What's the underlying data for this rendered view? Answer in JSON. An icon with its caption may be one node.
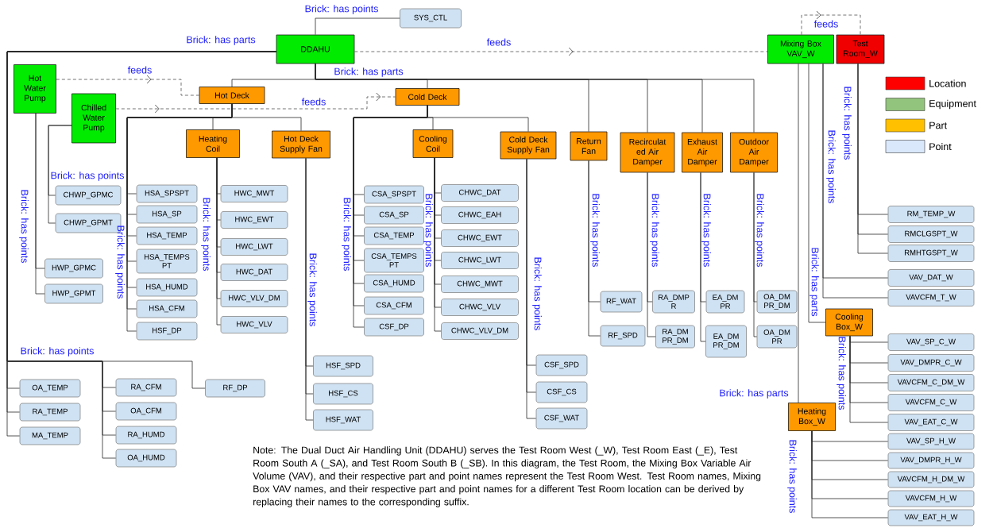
{
  "diagram": {
    "nodes": [
      {
        "text": [
          "DDAHU"
        ]
      },
      {
        "text": [
          "SYS_CTL"
        ]
      },
      {
        "text": [
          "Hot Water Pump"
        ]
      },
      {
        "text": [
          "Chilled Water Pump"
        ]
      },
      {
        "text": [
          "Hot Deck"
        ]
      },
      {
        "text": [
          "Cold Deck"
        ]
      },
      {
        "text": [
          "Heating Coil"
        ]
      },
      {
        "text": [
          "Hot Deck Supply Fan"
        ]
      },
      {
        "text": [
          "Cooling Coil"
        ]
      },
      {
        "text": [
          "Cold Deck Supply Fan"
        ]
      },
      {
        "text": [
          "Return Fan"
        ]
      },
      {
        "text": [
          "Recirculat ed Air Damper"
        ]
      },
      {
        "text": [
          "Exhaust Air Damper"
        ]
      },
      {
        "text": [
          "Outdoor Air Damper"
        ]
      },
      {
        "text": [
          "Mixing Box VAV_W"
        ]
      },
      {
        "text": [
          "Test Room_W"
        ]
      },
      {
        "text": [
          "CHWP_GPMC"
        ]
      },
      {
        "text": [
          "CHWP_GPMT"
        ]
      },
      {
        "text": [
          "HWP_GPMC"
        ]
      },
      {
        "text": [
          "HWP_GPMT"
        ]
      },
      {
        "text": [
          "HSA_SPSPT"
        ]
      },
      {
        "text": [
          "HSA_SP"
        ]
      },
      {
        "text": [
          "HSA_TEMP"
        ]
      },
      {
        "text": [
          "HSA_TEMPS PT"
        ]
      },
      {
        "text": [
          "HSA_HUMD"
        ]
      },
      {
        "text": [
          "HSA_CFM"
        ]
      },
      {
        "text": [
          "HSF_DP"
        ]
      },
      {
        "text": [
          "HWC_MWT"
        ]
      },
      {
        "text": [
          "HWC_EWT"
        ]
      },
      {
        "text": [
          "HWC_LWT"
        ]
      },
      {
        "text": [
          "HWC_DAT"
        ]
      },
      {
        "text": [
          "HWC_VLV_DM"
        ]
      },
      {
        "text": [
          "HWC_VLV"
        ]
      },
      {
        "text": [
          "CSA_SPSPT"
        ]
      },
      {
        "text": [
          "CSA_SP"
        ]
      },
      {
        "text": [
          "CSA_TEMP"
        ]
      },
      {
        "text": [
          "CSA_TEMPS PT"
        ]
      },
      {
        "text": [
          "CSA_HUMD"
        ]
      },
      {
        "text": [
          "CSA_CFM"
        ]
      },
      {
        "text": [
          "CSF_DP"
        ]
      },
      {
        "text": [
          "CHWC_DAT"
        ]
      },
      {
        "text": [
          "CHWC_EAH"
        ]
      },
      {
        "text": [
          "CHWC_EWT"
        ]
      },
      {
        "text": [
          "CHWC_LWT"
        ]
      },
      {
        "text": [
          "CHWC_MWT"
        ]
      },
      {
        "text": [
          "CHWC_VLV"
        ]
      },
      {
        "text": [
          "CHWC_VLV_DM"
        ]
      },
      {
        "text": [
          "RF_WAT"
        ]
      },
      {
        "text": [
          "RF_SPD"
        ]
      },
      {
        "text": [
          "RA_DMP R"
        ]
      },
      {
        "text": [
          "RA_DM PR_DM"
        ]
      },
      {
        "text": [
          "EA_DM PR"
        ]
      },
      {
        "text": [
          "EA_DM PR_DM"
        ]
      },
      {
        "text": [
          "OA_DM PR_DM"
        ]
      },
      {
        "text": [
          "OA_DM PR"
        ]
      },
      {
        "text": [
          "RM_TEMP_W"
        ]
      },
      {
        "text": [
          "RMCLGSPT_W"
        ]
      },
      {
        "text": [
          "RMHTGSPT_W"
        ]
      },
      {
        "text": [
          "VAV_DAT_W"
        ]
      },
      {
        "text": [
          "VAVCFM_T_W"
        ]
      },
      {
        "text": [
          "Cooling Box_W"
        ]
      },
      {
        "text": [
          "VAV_SP_C_W"
        ]
      },
      {
        "text": [
          "VAV_DMPR_C_W"
        ]
      },
      {
        "text": [
          "VAVCFM_C_DM_W"
        ]
      },
      {
        "text": [
          "VAVCFM_C_W"
        ]
      },
      {
        "text": [
          "VAV_EAT_C_W"
        ]
      },
      {
        "text": [
          "Heating Box_W"
        ]
      },
      {
        "text": [
          "VAV_SP_H_W"
        ]
      },
      {
        "text": [
          "VAV_DMPR_H_W"
        ]
      },
      {
        "text": [
          "VAVCFM_H_DM_W"
        ]
      },
      {
        "text": [
          "VAVCFM_H_W"
        ]
      },
      {
        "text": [
          "VAV_EAT_H_W"
        ]
      },
      {
        "text": [
          "HSF_SPD"
        ]
      },
      {
        "text": [
          "HSF_CS"
        ]
      },
      {
        "text": [
          "HSF_WAT"
        ]
      },
      {
        "text": [
          "CSF_SPD"
        ]
      },
      {
        "text": [
          "CSF_CS"
        ]
      },
      {
        "text": [
          "CSF_WAT"
        ]
      },
      {
        "text": [
          "OA_TEMP"
        ]
      },
      {
        "text": [
          "RA_TEMP"
        ]
      },
      {
        "text": [
          "MA_TEMP"
        ]
      },
      {
        "text": [
          "RA_CFM"
        ]
      },
      {
        "text": [
          "OA_CFM"
        ]
      },
      {
        "text": [
          "RA_HUMD"
        ]
      },
      {
        "text": [
          "OA_HUMD"
        ]
      },
      {
        "text": [
          "RF_DP"
        ]
      }
    ],
    "edges": [
      {
        "from": 0,
        "to": 1,
        "arrow": "none"
      },
      {
        "from": 0,
        "to": 4,
        "arrow": "none"
      },
      {
        "from": 0,
        "to": 5,
        "arrow": "none"
      },
      {
        "from": 0,
        "to": 10,
        "arrow": "none"
      },
      {
        "from": 0,
        "to": 11,
        "arrow": "none"
      },
      {
        "from": 0,
        "to": 12,
        "arrow": "none"
      },
      {
        "from": 0,
        "to": 13,
        "arrow": "none"
      },
      {
        "from": 4,
        "to": 6,
        "arrow": "none"
      },
      {
        "from": 4,
        "to": 7,
        "arrow": "none"
      },
      {
        "from": 4,
        "to": 20,
        "arrow": "none"
      },
      {
        "from": 4,
        "to": 21,
        "arrow": "none"
      },
      {
        "from": 4,
        "to": 22,
        "arrow": "none"
      },
      {
        "from": 4,
        "to": 23,
        "arrow": "none"
      },
      {
        "from": 4,
        "to": 24,
        "arrow": "none"
      },
      {
        "from": 4,
        "to": 25,
        "arrow": "none"
      },
      {
        "from": 4,
        "to": 26,
        "arrow": "none"
      },
      {
        "from": 6,
        "to": 27,
        "arrow": "none"
      },
      {
        "from": 6,
        "to": 28,
        "arrow": "none"
      },
      {
        "from": 6,
        "to": 29,
        "arrow": "none"
      },
      {
        "from": 6,
        "to": 30,
        "arrow": "none"
      },
      {
        "from": 6,
        "to": 31,
        "arrow": "none"
      },
      {
        "from": 6,
        "to": 32,
        "arrow": "none"
      },
      {
        "from": 7,
        "to": 72,
        "arrow": "none"
      },
      {
        "from": 7,
        "to": 73,
        "arrow": "none"
      },
      {
        "from": 7,
        "to": 74,
        "arrow": "none"
      },
      {
        "from": 5,
        "to": 8,
        "arrow": "none"
      },
      {
        "from": 5,
        "to": 9,
        "arrow": "none"
      },
      {
        "from": 5,
        "to": 33,
        "arrow": "none"
      },
      {
        "from": 5,
        "to": 34,
        "arrow": "none"
      },
      {
        "from": 5,
        "to": 35,
        "arrow": "none"
      },
      {
        "from": 5,
        "to": 36,
        "arrow": "none"
      },
      {
        "from": 5,
        "to": 37,
        "arrow": "none"
      },
      {
        "from": 5,
        "to": 38,
        "arrow": "none"
      },
      {
        "from": 5,
        "to": 39,
        "arrow": "none"
      },
      {
        "from": 8,
        "to": 40,
        "arrow": "none"
      },
      {
        "from": 8,
        "to": 41,
        "arrow": "none"
      },
      {
        "from": 8,
        "to": 42,
        "arrow": "none"
      },
      {
        "from": 8,
        "to": 43,
        "arrow": "none"
      },
      {
        "from": 8,
        "to": 44,
        "arrow": "none"
      },
      {
        "from": 8,
        "to": 45,
        "arrow": "none"
      },
      {
        "from": 8,
        "to": 46,
        "arrow": "none"
      },
      {
        "from": 9,
        "to": 75,
        "arrow": "none"
      },
      {
        "from": 9,
        "to": 76,
        "arrow": "none"
      },
      {
        "from": 9,
        "to": 77,
        "arrow": "none"
      },
      {
        "from": 10,
        "to": 47,
        "arrow": "none"
      },
      {
        "from": 10,
        "to": 48,
        "arrow": "none"
      },
      {
        "from": 11,
        "to": 49,
        "arrow": "none"
      },
      {
        "from": 11,
        "to": 50,
        "arrow": "none"
      },
      {
        "from": 12,
        "to": 51,
        "arrow": "none"
      },
      {
        "from": 12,
        "to": 52,
        "arrow": "none"
      },
      {
        "from": 13,
        "to": 53,
        "arrow": "none"
      },
      {
        "from": 13,
        "to": 54,
        "arrow": "none"
      },
      {
        "from": 3,
        "to": 16,
        "arrow": "none"
      },
      {
        "from": 3,
        "to": 17,
        "arrow": "none"
      },
      {
        "from": 2,
        "to": 18,
        "arrow": "none"
      },
      {
        "from": 2,
        "to": 19,
        "arrow": "none"
      },
      {
        "from": 0,
        "to": 78,
        "arrow": "none"
      },
      {
        "from": 0,
        "to": 79,
        "arrow": "none"
      },
      {
        "from": 0,
        "to": 80,
        "arrow": "none"
      },
      {
        "from": 0,
        "to": 81,
        "arrow": "none"
      },
      {
        "from": 0,
        "to": 82,
        "arrow": "none"
      },
      {
        "from": 0,
        "to": 83,
        "arrow": "none"
      },
      {
        "from": 0,
        "to": 84,
        "arrow": "none"
      },
      {
        "from": 0,
        "to": 85,
        "arrow": "none"
      },
      {
        "from": 14,
        "to": 58,
        "arrow": "none"
      },
      {
        "from": 14,
        "to": 59,
        "arrow": "none"
      },
      {
        "from": 14,
        "to": 60,
        "arrow": "none"
      },
      {
        "from": 14,
        "to": 66,
        "arrow": "none"
      },
      {
        "from": 15,
        "to": 55,
        "arrow": "none"
      },
      {
        "from": 15,
        "to": 56,
        "arrow": "none"
      },
      {
        "from": 15,
        "to": 57,
        "arrow": "none"
      },
      {
        "from": 60,
        "to": 61,
        "arrow": "none"
      },
      {
        "from": 60,
        "to": 62,
        "arrow": "none"
      },
      {
        "from": 60,
        "to": 63,
        "arrow": "none"
      },
      {
        "from": 60,
        "to": 64,
        "arrow": "none"
      },
      {
        "from": 60,
        "to": 65,
        "arrow": "none"
      },
      {
        "from": 66,
        "to": 67,
        "arrow": "none"
      },
      {
        "from": 66,
        "to": 68,
        "arrow": "none"
      },
      {
        "from": 66,
        "to": 69,
        "arrow": "none"
      },
      {
        "from": 66,
        "to": 70,
        "arrow": "none"
      },
      {
        "from": 66,
        "to": 71,
        "arrow": "none"
      },
      {
        "from": 2,
        "to": 4,
        "arrow": "to",
        "style": "dashed",
        "label": "feeds"
      },
      {
        "from": 3,
        "to": 5,
        "arrow": "to",
        "style": "dashed",
        "label": "feeds"
      },
      {
        "from": 0,
        "to": 14,
        "arrow": "to",
        "style": "dashed",
        "label": "feeds"
      },
      {
        "from": 14,
        "to": 15,
        "arrow": "to",
        "style": "dashed",
        "label": "feeds"
      }
    ],
    "labels": [
      "Brick: has points",
      "Brick: has parts",
      "Brick: has parts",
      "Brick: has points",
      "Brick: has points",
      "Brick: has points",
      "Brick: has points",
      "Brick: has points",
      "Brick: has points",
      "Brick: has points",
      "Brick: has points",
      "Brick: has points",
      "Brick: has points",
      "Brick: has points",
      "Brick: has points",
      "Brick: has points",
      "Brick: has points",
      "Brick: has parts",
      "Brick: has points",
      "Brick: has parts",
      "Brick: has points",
      "Note: The Dual Duct Air Handling Unit (DDAHU) serves the Test Room West (_W), Test Room East (_E), Test Room South A (_SA), and Test Room South B (_SB). In this diagram, the Test Room, the Mixing Box Variable Air Volume (VAV), and their respective part and point names represent the Test Room West. Test Room names, Mixing Box VAV names, and their respective part and point names for a different Test Room location can be derived by replacing their names to the corresponding suffix.",
      "Brick: has points"
    ],
    "legend": [
      {
        "text": "Location",
        "color": "#ff0000"
      },
      {
        "text": "Equipment",
        "color": "#93c47d"
      },
      {
        "text": "Part",
        "color": "#ffc000"
      },
      {
        "text": "Point",
        "color": "#dae8fc"
      }
    ]
  }
}
